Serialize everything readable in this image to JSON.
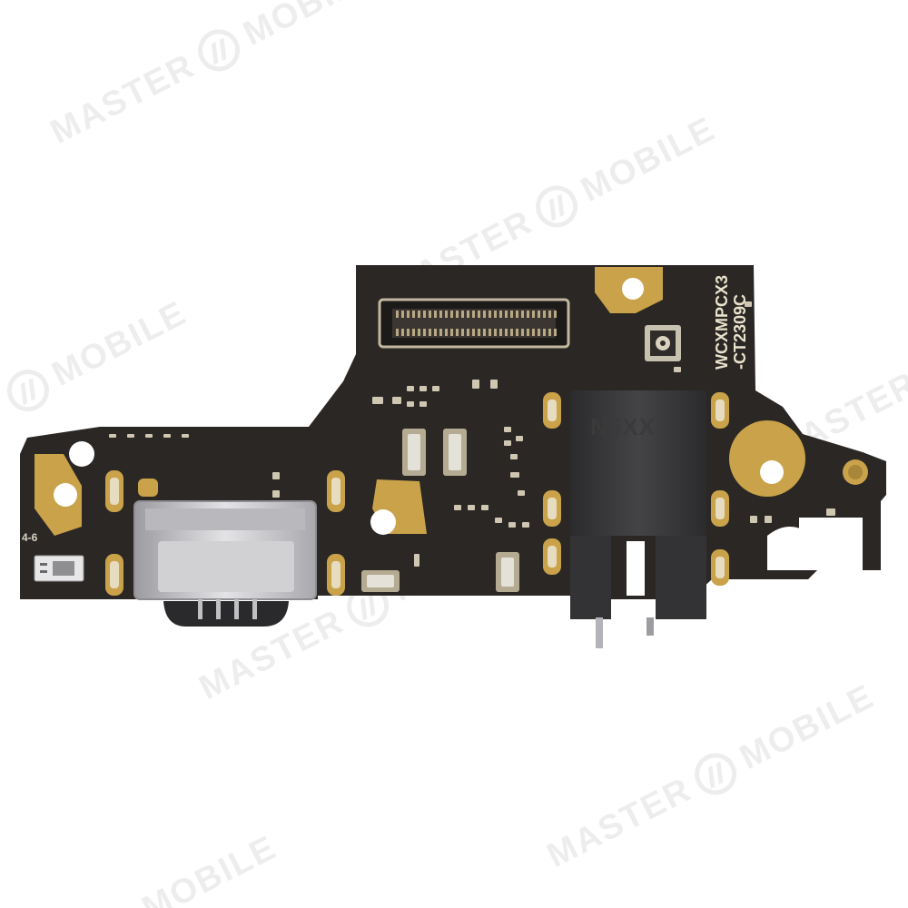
{
  "watermark": {
    "brand": "MASTER",
    "product": "MOBILE"
  },
  "board": {
    "silkscreen_model_line1": "WCXMPCX3",
    "silkscreen_model_line2": "-CT2309C",
    "silkscreen_position": "4-6",
    "jack_marking": "N5XX"
  },
  "colors": {
    "background": "#ffffff",
    "pcb": "#2a2725",
    "gold": "#c9a24a",
    "metal": "#c7c7c9"
  }
}
